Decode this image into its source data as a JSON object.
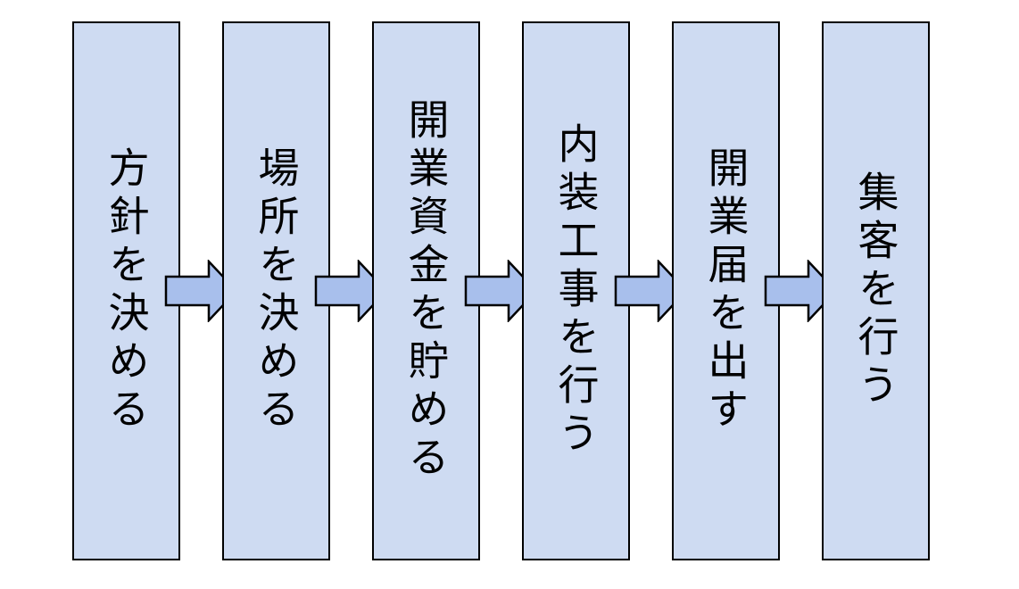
{
  "diagram": {
    "type": "process-flow",
    "direction": "left-to-right",
    "steps": [
      {
        "label": "方針を決める"
      },
      {
        "label": "場所を決める"
      },
      {
        "label": "開業資金を貯める"
      },
      {
        "label": "内装工事を行う"
      },
      {
        "label": "開業届を出す"
      },
      {
        "label": "集客を行う"
      }
    ],
    "connector_icon": "arrow-right-icon",
    "colors": {
      "box_fill": "#cedbf2",
      "arrow_fill": "#a8bfec",
      "outline": "#000000",
      "text": "#000000",
      "background": "#ffffff"
    }
  }
}
